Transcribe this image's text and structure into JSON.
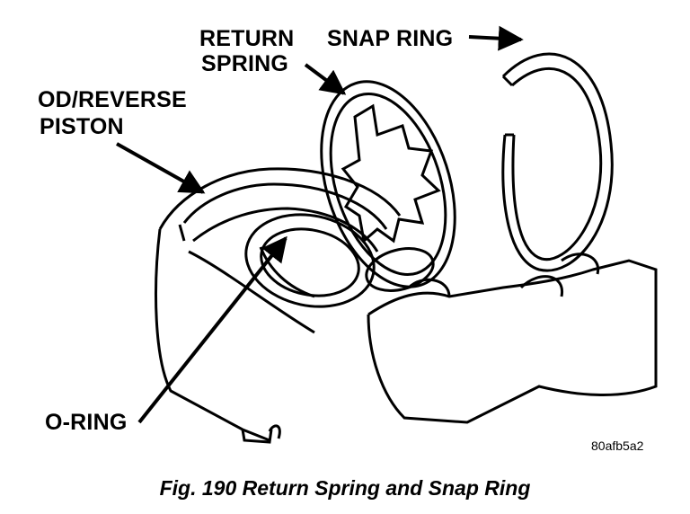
{
  "labels": {
    "return_spring_line1": "RETURN",
    "return_spring_line2": "SPRING",
    "snap_ring": "SNAP RING",
    "piston_line1": "OD/REVERSE",
    "piston_line2": "PISTON",
    "o_ring": "O-RING"
  },
  "image_code": "80afb5a2",
  "caption": "Fig. 190 Return Spring and Snap Ring",
  "colors": {
    "ink": "#000000",
    "paper": "#ffffff"
  }
}
